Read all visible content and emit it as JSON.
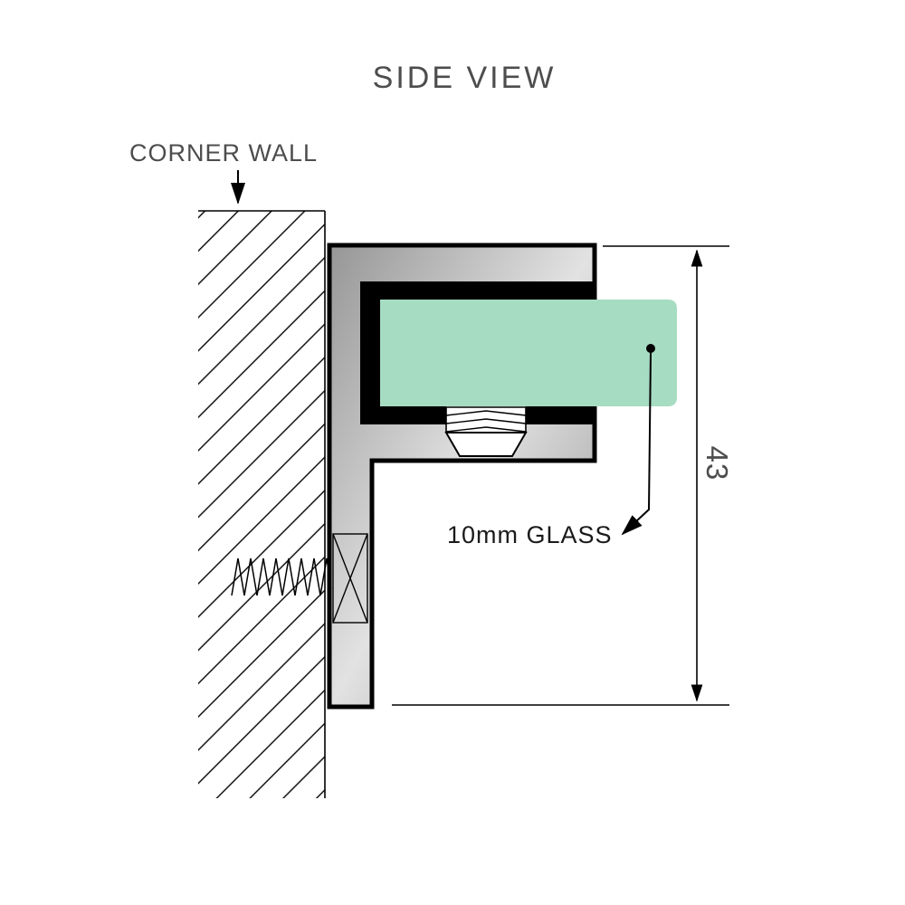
{
  "diagram": {
    "title": "SIDE VIEW",
    "labels": {
      "wall": "CORNER WALL",
      "glass": "10mm GLASS",
      "dimension": "43"
    },
    "colors": {
      "glass": "#a6dcc2",
      "metal_dark": "#969696",
      "metal_light": "#e2e2e2",
      "outline": "#000000",
      "text_gray": "#4d4d4d",
      "text_black": "#1a1a1a"
    }
  }
}
